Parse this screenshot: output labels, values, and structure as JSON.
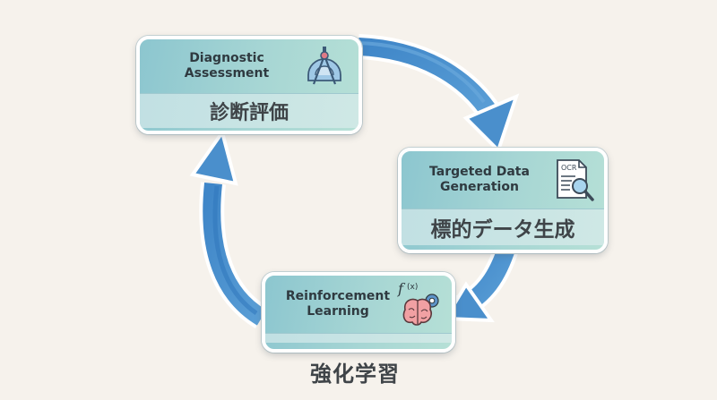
{
  "diagram": {
    "type": "cycle",
    "background_color": "#f6f2ec",
    "arrow_color": "#4a8fcc",
    "nodes": [
      {
        "id": "diagnostic",
        "title_en_line1": "Diagnostic",
        "title_en_line2": "Assessment",
        "title_ja": "診断評価",
        "icon": "compass-protractor-icon"
      },
      {
        "id": "targeted",
        "title_en_line1": "Targeted Data",
        "title_en_line2": "Generation",
        "title_ja": "標的データ生成",
        "icon": "ocr-document-magnifier-icon",
        "icon_text": "OCR"
      },
      {
        "id": "reinforcement",
        "title_en_line1": "Reinforcement",
        "title_en_line2": "Learning",
        "title_ja": "強化学習",
        "icon": "brain-function-gear-icon",
        "icon_text": "f(x)"
      }
    ],
    "edges": [
      {
        "from": "diagnostic",
        "to": "targeted"
      },
      {
        "from": "targeted",
        "to": "reinforcement"
      },
      {
        "from": "reinforcement",
        "to": "diagnostic"
      }
    ]
  }
}
